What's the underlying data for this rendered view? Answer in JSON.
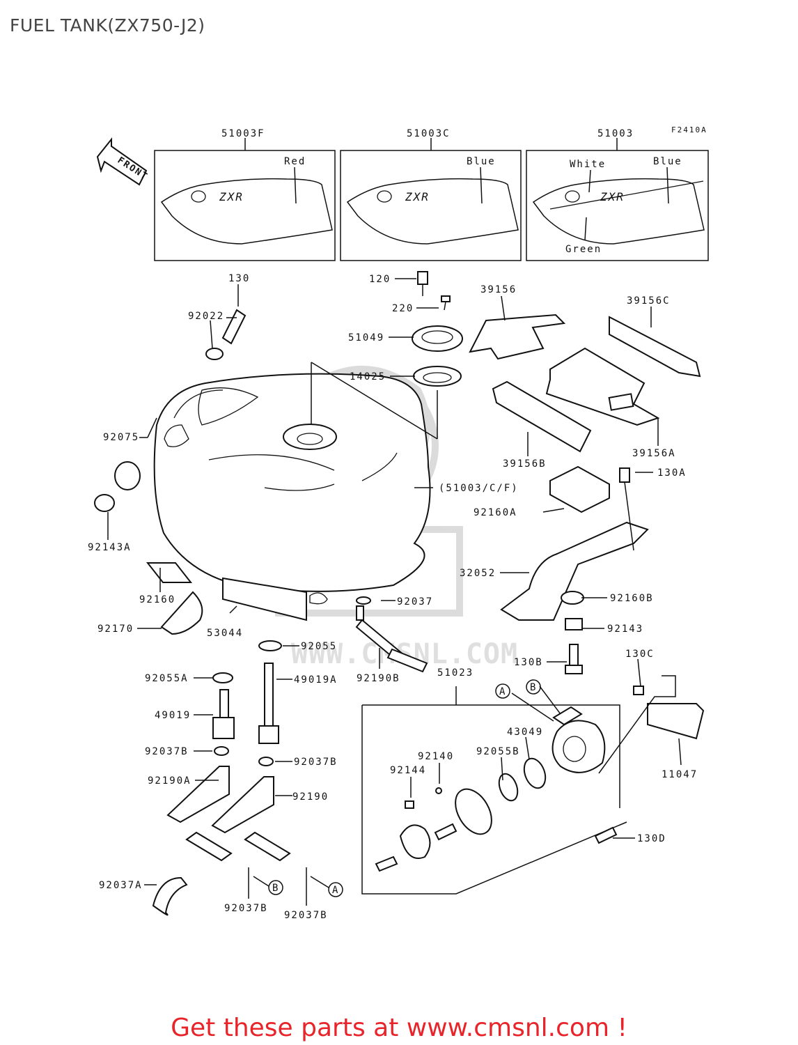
{
  "title": "FUEL TANK(ZX750-J2)",
  "footer": "Get these parts at www.cmsnl.com !",
  "figure_code": "F2410A",
  "front_label": "FRONT",
  "watermark": "WWW.CMSNL.COM",
  "decals": [
    {
      "part": "51003F",
      "colors": [
        "Red"
      ],
      "logo": "ZXR"
    },
    {
      "part": "51003C",
      "colors": [
        "Blue"
      ],
      "logo": "ZXR"
    },
    {
      "part": "51003",
      "colors": [
        "White",
        "Blue",
        "Green"
      ],
      "logo": "ZXR"
    }
  ],
  "callouts": {
    "c130": "130",
    "c92022": "92022",
    "c120": "120",
    "c220": "220",
    "c51049": "51049",
    "c14025": "14025",
    "c39156": "39156",
    "c39156C": "39156C",
    "c39156A": "39156A",
    "c39156B": "39156B",
    "c92075": "92075",
    "c92143A": "92143A",
    "c51003CF": "(51003/C/F)",
    "c130A": "130A",
    "c92160A": "92160A",
    "c32052": "32052",
    "c92160": "92160",
    "c92037": "92037",
    "c92160B": "92160B",
    "c92170": "92170",
    "c53044": "53044",
    "c92143": "92143",
    "c92055": "92055",
    "c130B": "130B",
    "c130C": "130C",
    "c92190B": "92190B",
    "c51023": "51023",
    "c92055A": "92055A",
    "c49019A": "49019A",
    "c49019": "49019",
    "cA1": "A",
    "cB1": "B",
    "c43049": "43049",
    "c92140": "92140",
    "c92055B": "92055B",
    "c92144": "92144",
    "c11047": "11047",
    "c92037B1": "92037B",
    "c92037B2": "92037B",
    "c92190A": "92190A",
    "c92190": "92190",
    "c130D": "130D",
    "c92037A": "92037A",
    "c92037B3": "92037B",
    "c92037B4": "92037B",
    "cB2": "B",
    "cA2": "A"
  }
}
